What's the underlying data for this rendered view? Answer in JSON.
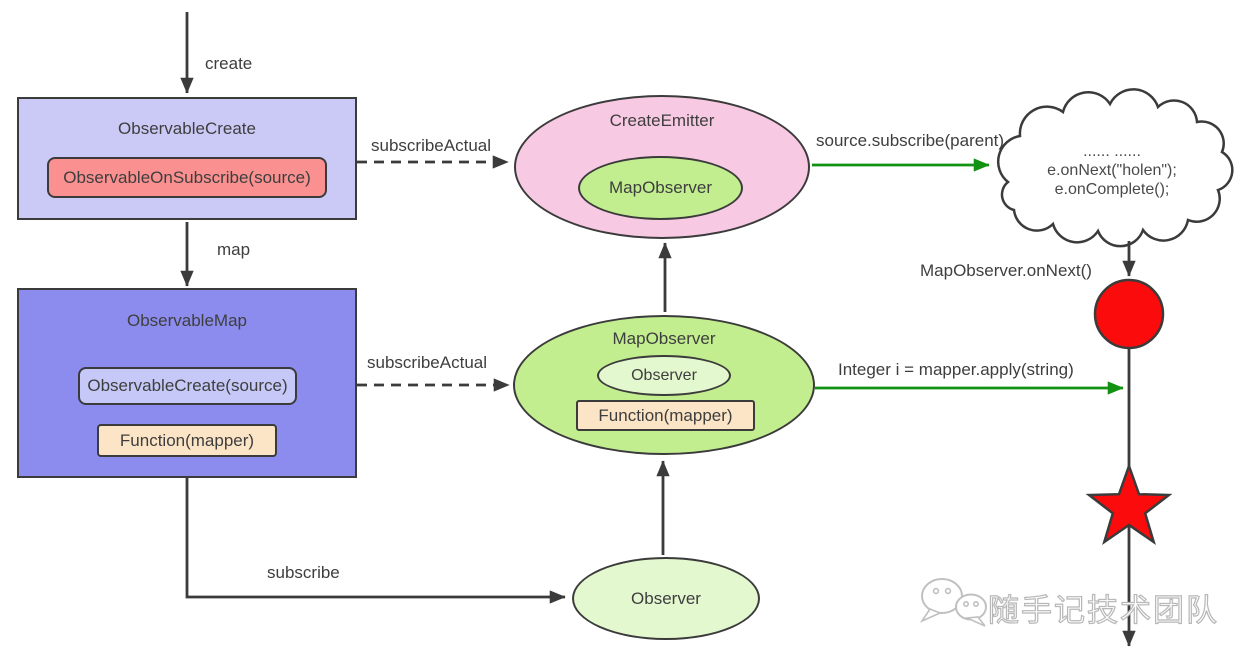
{
  "diagram": {
    "arrows": {
      "create": "create",
      "map": "map",
      "subscribe": "subscribe",
      "subscribe_actual_top": "subscribeActual",
      "subscribe_actual_bottom": "subscribeActual",
      "source_subscribe_parent": "source.subscribe(parent)",
      "map_observer_on_next": "MapObserver.onNext()",
      "mapper_apply": "Integer i = mapper.apply(string)"
    },
    "observable_create": {
      "title": "ObservableCreate",
      "on_subscribe": "ObservableOnSubscribe(source)"
    },
    "observable_map": {
      "title": "ObservableMap",
      "source": "ObservableCreate(source)",
      "mapper": "Function(mapper)"
    },
    "create_emitter": {
      "title": "CreateEmitter",
      "inner": "MapObserver"
    },
    "map_observer": {
      "title": "MapObserver",
      "inner": "Observer",
      "mapper": "Function(mapper)"
    },
    "observer": {
      "title": "Observer"
    },
    "cloud": {
      "line1": "...... ......",
      "line2": "e.onNext(\"holen\");",
      "line3": "e.onComplete();"
    },
    "watermark": "随手记技术团队"
  },
  "colors": {
    "stroke": "#3b3b3b",
    "purple_light": "#cbc9f6",
    "purple_mid": "#8c8cee",
    "lavender": "#c6c9f8",
    "salmon": "#fa9090",
    "peach": "#fce5c6",
    "pink": "#f8c9e3",
    "green_mid": "#c2ee90",
    "green_light": "#e4f8d0",
    "red": "#fb0b0b",
    "green_arrow": "#129212",
    "text": "#3e3e3e"
  }
}
